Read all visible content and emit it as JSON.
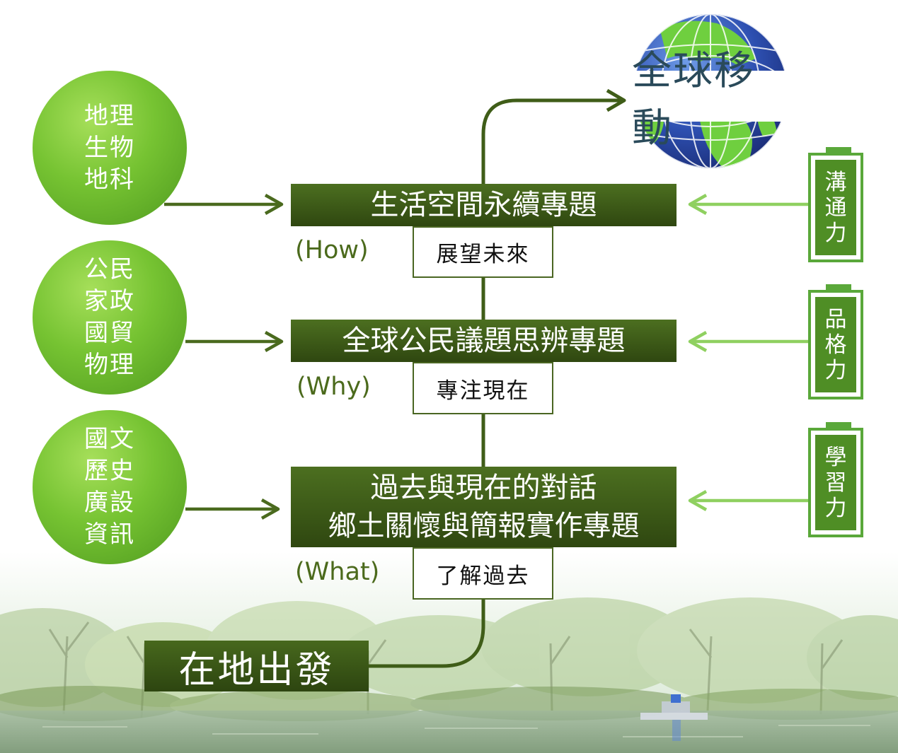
{
  "goal": {
    "label": "全球移動"
  },
  "start": {
    "label": "在地出發"
  },
  "subjects": [
    {
      "lines": "地理\n生物\n地科"
    },
    {
      "lines": "公民\n家政\n國貿\n物理"
    },
    {
      "lines": "國文\n歷史\n廣設\n資訊"
    }
  ],
  "levels": [
    {
      "topic": "生活空間永續專題",
      "tag": "(How)",
      "focus": "展望未來"
    },
    {
      "topic": "全球公民議題思辨專題",
      "tag": "(Why)",
      "focus": "專注現在"
    },
    {
      "topic_line1": "過去與現在的對話",
      "topic_line2": "鄉土關懷與簡報實作專題",
      "tag": "(What)",
      "focus": "了解過去"
    }
  ],
  "abilities": [
    {
      "label": "溝通力"
    },
    {
      "label": "品格力"
    },
    {
      "label": "學習力"
    }
  ],
  "colors": {
    "dark_green": "#3e5a18",
    "circle_green": "#76c332",
    "arrow_green": "#4a6a1e",
    "light_arrow_green": "#8fd060",
    "battery_green": "#4f8e25",
    "ocean_blue": "#2d4fb0"
  }
}
